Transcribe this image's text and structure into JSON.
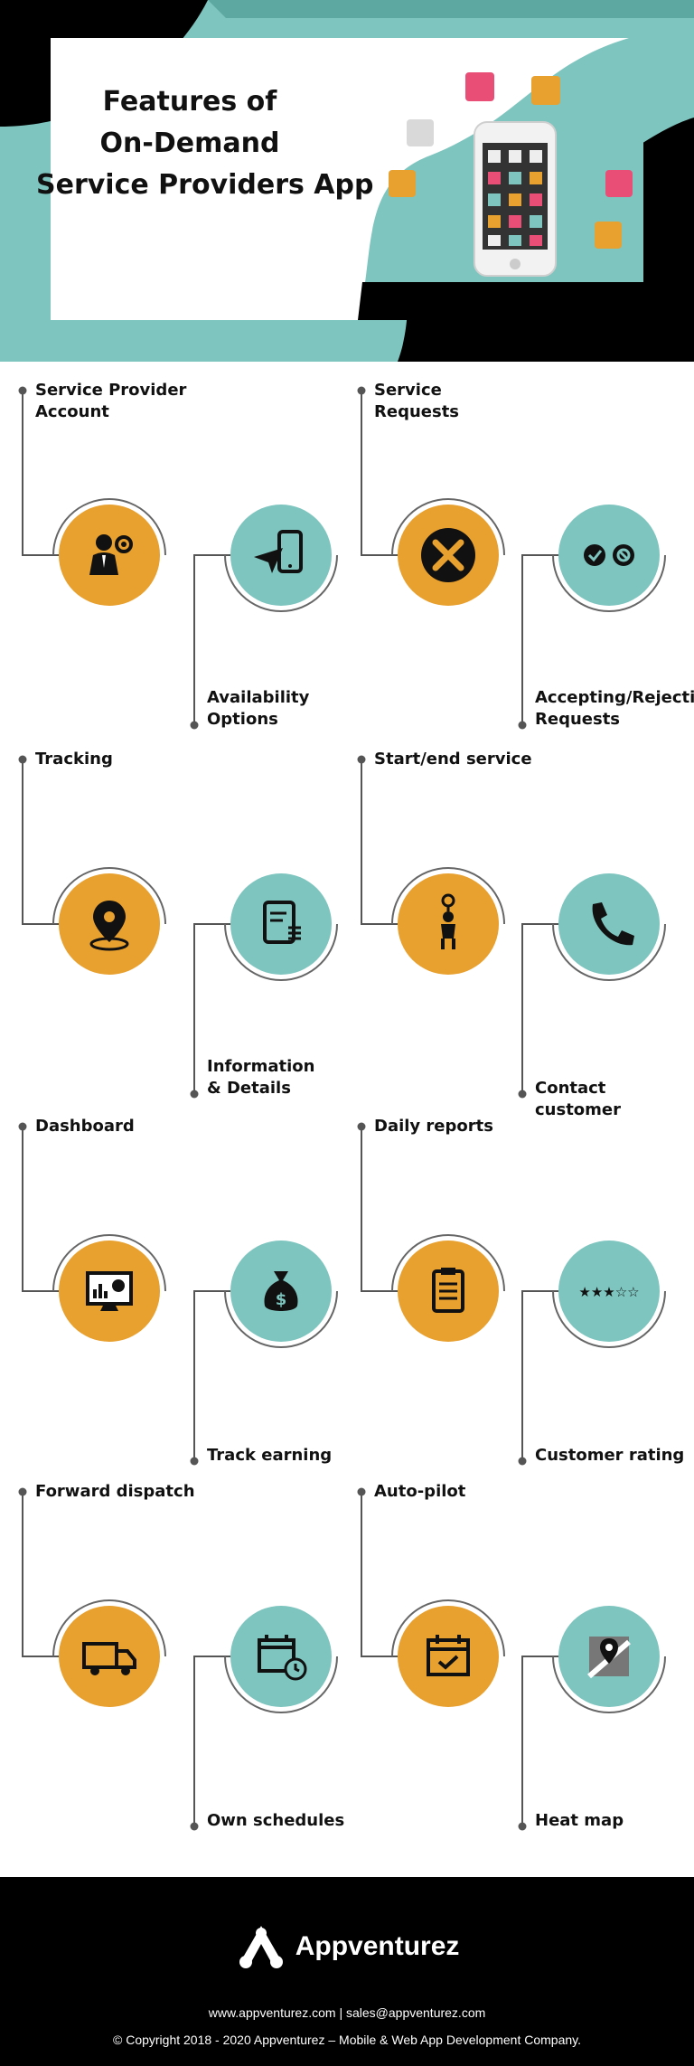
{
  "header": {
    "title_lines": [
      "Features of",
      "On-Demand",
      "Service Providers App"
    ]
  },
  "features": [
    {
      "label": "Service Provider\nAccount",
      "icon": "business-person-gear-icon",
      "color": "#e8a02f"
    },
    {
      "label": "Availability\nOptions",
      "icon": "phone-send-icon",
      "color": "#7ec5bf"
    },
    {
      "label": "Service\nRequests",
      "icon": "tools-icon",
      "color": "#e8a02f"
    },
    {
      "label": "Accepting/Rejecting\nRequests",
      "icon": "accept-reject-icon",
      "color": "#7ec5bf"
    },
    {
      "label": "Tracking",
      "icon": "location-pin-icon",
      "color": "#e8a02f"
    },
    {
      "label": "Information\n& Details",
      "icon": "document-list-icon",
      "color": "#7ec5bf"
    },
    {
      "label": "Start/end service",
      "icon": "person-clock-icon",
      "color": "#e8a02f"
    },
    {
      "label": "Contact customer",
      "icon": "phone-icon",
      "color": "#7ec5bf"
    },
    {
      "label": "Dashboard",
      "icon": "monitor-chart-icon",
      "color": "#e8a02f"
    },
    {
      "label": "Track earning",
      "icon": "money-bag-icon",
      "color": "#7ec5bf"
    },
    {
      "label": "Daily reports",
      "icon": "clipboard-icon",
      "color": "#e8a02f"
    },
    {
      "label": "Customer rating",
      "icon": "star-rating-icon",
      "color": "#7ec5bf"
    },
    {
      "label": "Forward dispatch",
      "icon": "truck-icon",
      "color": "#e8a02f"
    },
    {
      "label": "Own schedules",
      "icon": "calendar-clock-icon",
      "color": "#7ec5bf"
    },
    {
      "label": "Auto-pilot",
      "icon": "calendar-check-icon",
      "color": "#e8a02f"
    },
    {
      "label": "Heat map",
      "icon": "map-pin-icon",
      "color": "#7ec5bf"
    }
  ],
  "footer": {
    "brand": "Appventurez",
    "contact": "www.appventurez.com | sales@appventurez.com",
    "copyright": "© Copyright 2018 - 2020 Appventurez – Mobile & Web App Development Company."
  },
  "colors": {
    "teal": "#7ec5bf",
    "orange": "#e8a02f",
    "dark": "#000000"
  }
}
